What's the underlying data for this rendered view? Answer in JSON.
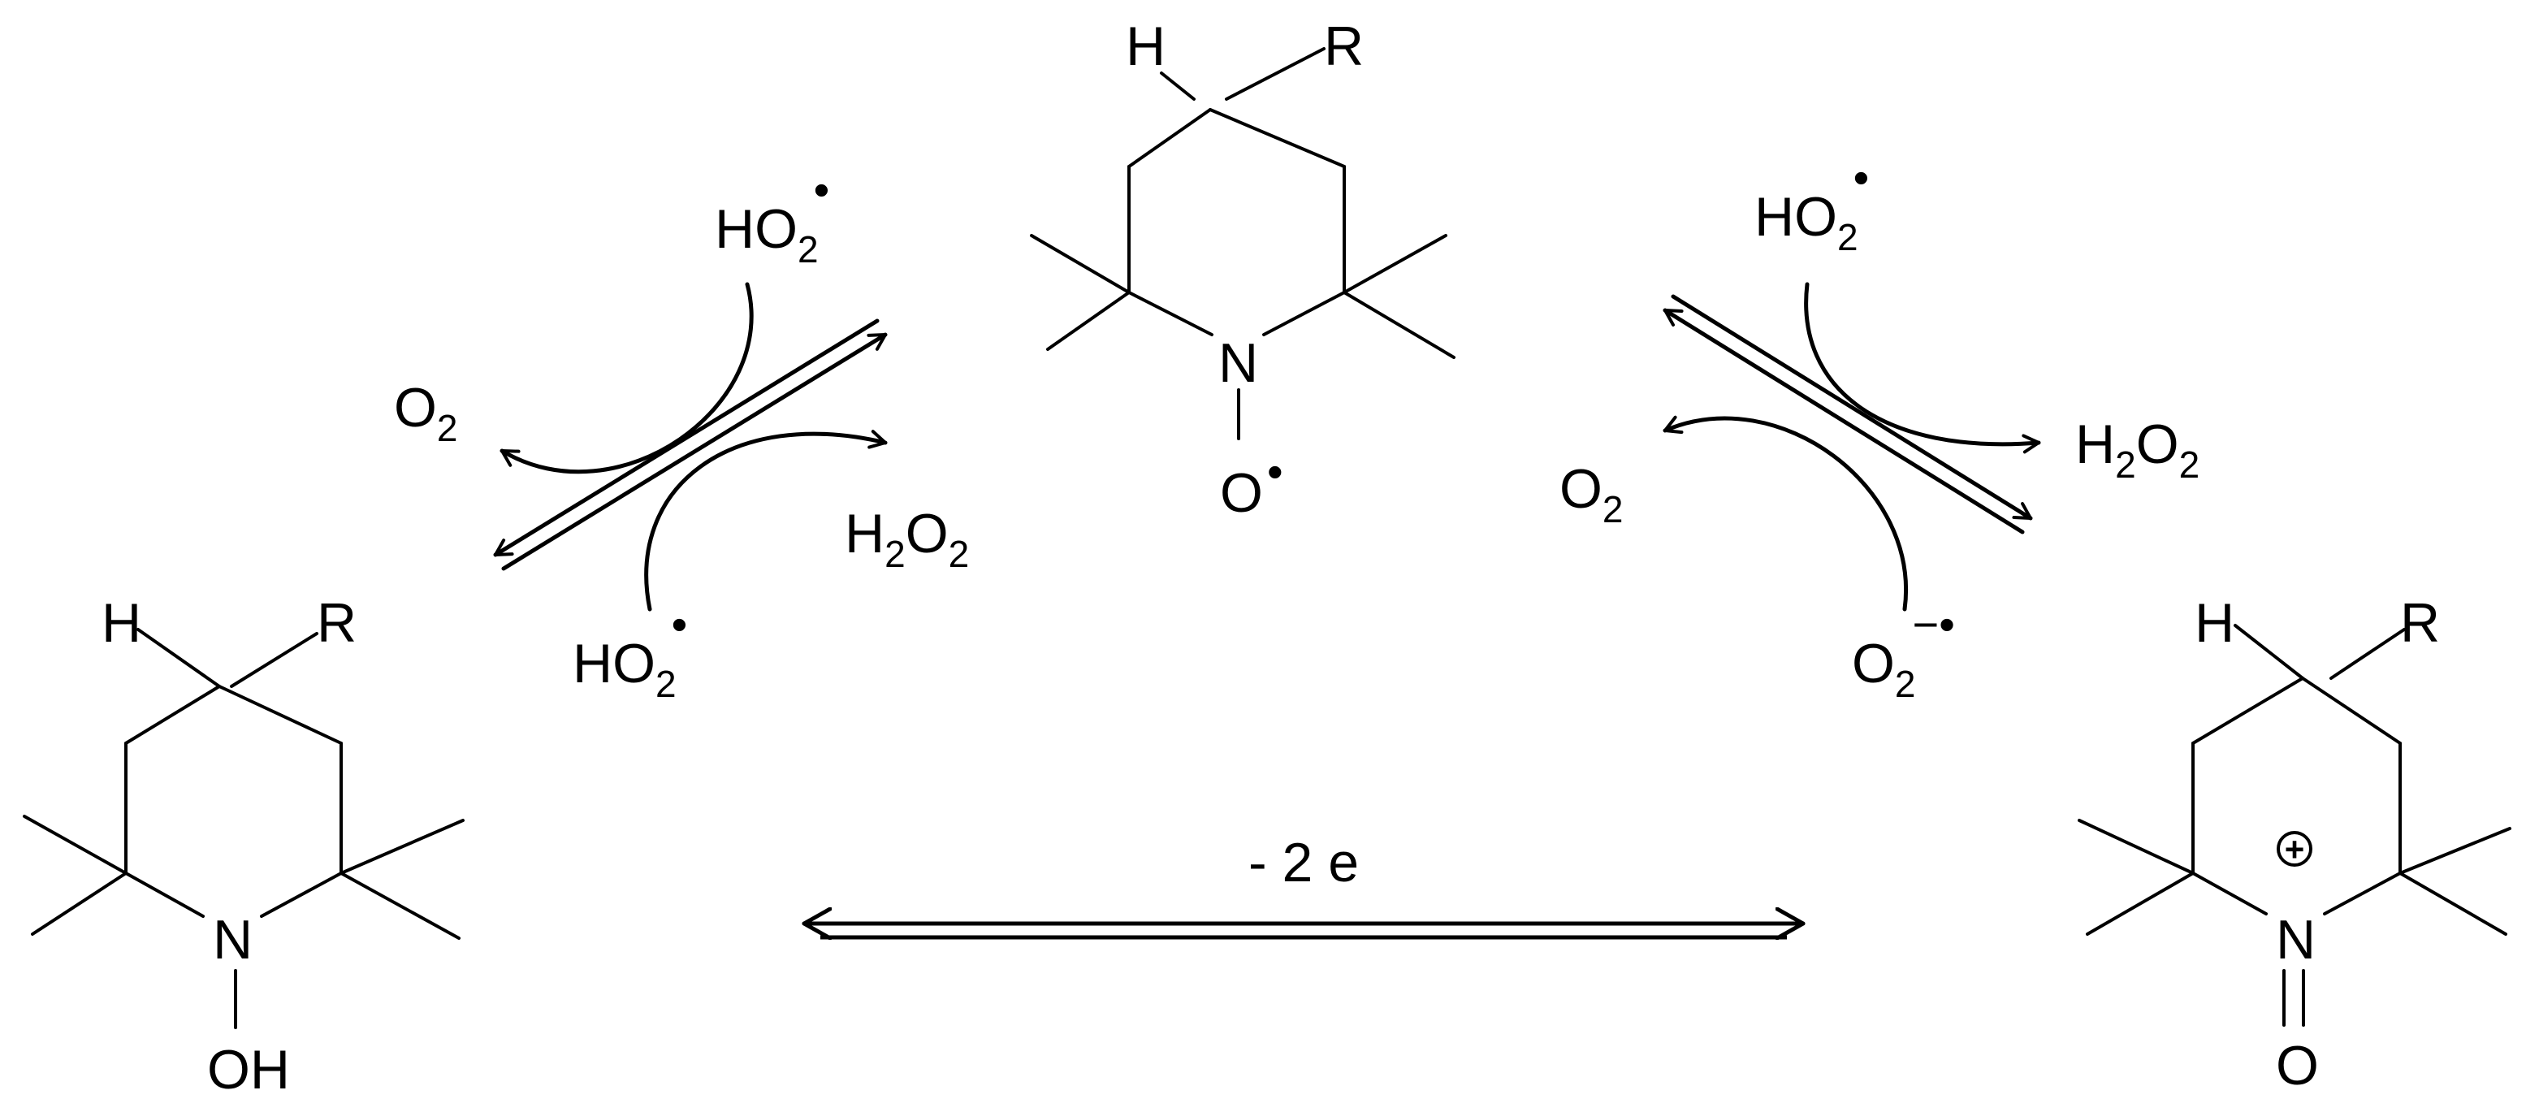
{
  "molecules": {
    "hydroxylamine": {
      "h": "H",
      "r": "R",
      "n": "N",
      "o": "OH"
    },
    "nitroxide": {
      "h": "H",
      "r": "R",
      "n": "N",
      "o": "O",
      "radical": "•"
    },
    "oxoammonium": {
      "h": "H",
      "r": "R",
      "n": "N",
      "o": "O",
      "charge": "+"
    }
  },
  "left_reaction": {
    "ho2_top": {
      "base": "HO",
      "sub": "2",
      "sup": "•"
    },
    "o2": {
      "base": "O",
      "sub": "2"
    },
    "h2o2": {
      "a": "H",
      "sub1": "2",
      "b": "O",
      "sub2": "2"
    },
    "ho2_bottom": {
      "base": "HO",
      "sub": "2",
      "sup": "•"
    }
  },
  "right_reaction": {
    "ho2_top": {
      "base": "HO",
      "sub": "2",
      "sup": "•"
    },
    "h2o2": {
      "a": "H",
      "sub1": "2",
      "b": "O",
      "sub2": "2"
    },
    "o2": {
      "base": "O",
      "sub": "2"
    },
    "superoxide": {
      "base": "O",
      "sub": "2",
      "sup": "−•"
    }
  },
  "bottom_reaction": {
    "label": "- 2 e"
  },
  "colors": {
    "ink": "#000000",
    "background": "#ffffff"
  }
}
